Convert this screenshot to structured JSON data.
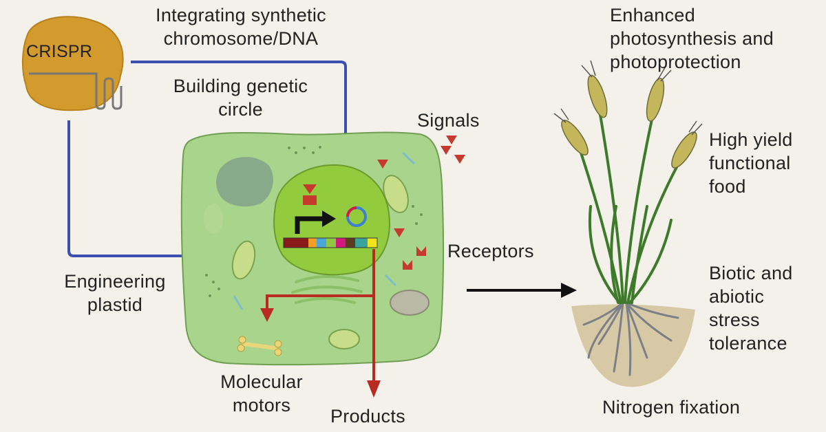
{
  "labels": {
    "crispr": "CRISPR",
    "synthetic_dna": "Integrating synthetic\nchromosome/DNA",
    "genetic_circle": "Building genetic\ncircle",
    "signals": "Signals",
    "engineering_plastid": "Engineering\nplastid",
    "receptors": "Receptors",
    "molecular_motors": "Molecular\nmotors",
    "products": "Products",
    "photosynthesis": "Enhanced\nphotosynthesis and\nphotoprotection",
    "high_yield": "High yield\nfunctional\nfood",
    "stress_tolerance": "Biotic and\nabiotic\nstress\ntolerance",
    "nitrogen_fixation": "Nitrogen fixation"
  },
  "colors": {
    "background": "#f3f1ea",
    "crispr_blob": "#d39b2e",
    "connector_blue": "#3a4fb0",
    "output_red": "#b72b22",
    "cell_fill": "#a9d48b",
    "nucleus_fill": "#93cb3f",
    "soil": "#d7c9a6",
    "gene_segments": [
      "#8a1a1a",
      "#f2a023",
      "#4aa5d9",
      "#8fc744",
      "#d21a7e",
      "#5b3a1e",
      "#3aa39b",
      "#f2e41a"
    ]
  },
  "icons": [
    "crispr-blob-icon",
    "cell-icon",
    "nucleus-icon",
    "promoter-arrow-icon",
    "plasmid-ring-icon",
    "gene-bar-icon",
    "signal-triangle-icon",
    "receptor-icon",
    "bone-molecule-icon",
    "wheat-plant-icon",
    "roots-icon"
  ]
}
